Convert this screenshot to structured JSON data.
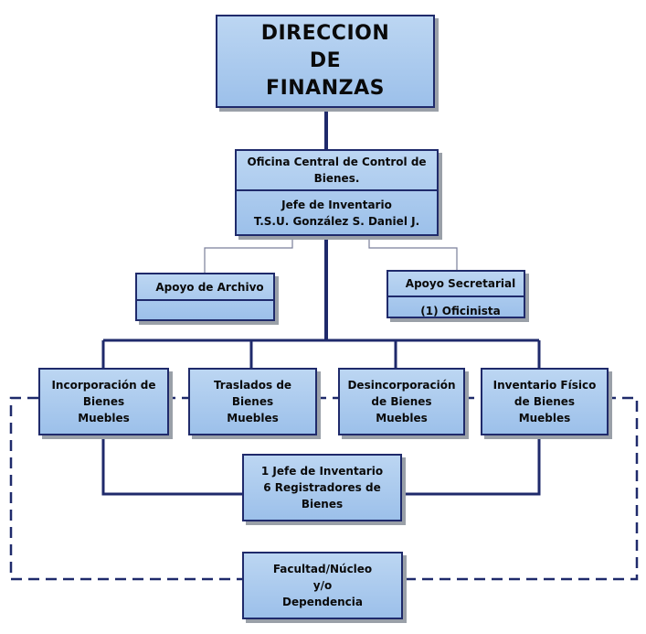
{
  "title": [
    "DIRECCION",
    "DE",
    "FINANZAS"
  ],
  "central_office": {
    "name": [
      "Oficina Central de Control de",
      "Bienes."
    ],
    "head": [
      "Jefe de Inventario",
      "T.S.U. González S. Daniel J."
    ]
  },
  "archive_support": {
    "label": "Apoyo de Archivo"
  },
  "secretarial_support": {
    "label": "Apoyo Secretarial",
    "staff": "(1) Oficinista"
  },
  "departments": [
    {
      "lines": [
        "Incorporación de",
        "Bienes",
        "Muebles"
      ]
    },
    {
      "lines": [
        "Traslados de",
        "Bienes",
        "Muebles"
      ]
    },
    {
      "lines": [
        "Desincorporación",
        "de Bienes",
        "Muebles"
      ]
    },
    {
      "lines": [
        "Inventario Físico",
        "de Bienes",
        "Muebles"
      ]
    }
  ],
  "staff_box": {
    "lines": [
      "1 Jefe de Inventario",
      "6 Registradores de",
      "Bienes"
    ]
  },
  "faculty_box": {
    "lines": [
      "Facultad/Núcleo",
      "y/o",
      "Dependencia"
    ]
  },
  "colors": {
    "line": "#1f2a6b",
    "box_fill": "#a8c8ee",
    "connector_thin": "#7a7f9a"
  }
}
